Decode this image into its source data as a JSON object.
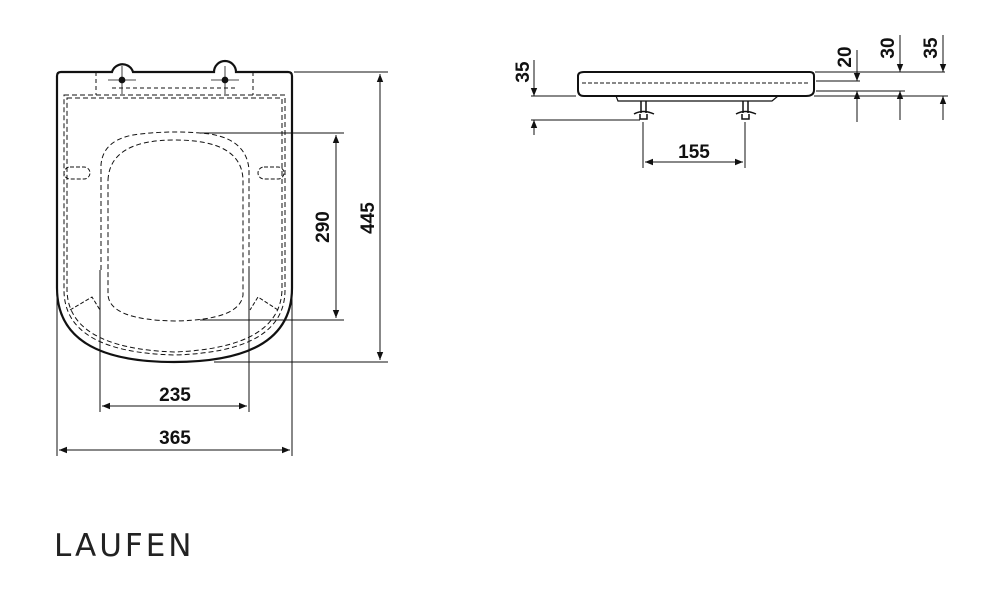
{
  "top_view": {
    "dimensions": {
      "overall_length": "445",
      "opening_length": "290",
      "opening_width": "235",
      "overall_width": "365"
    }
  },
  "side_view": {
    "dimensions": {
      "hinge_drop": "35",
      "hinge_spacing": "155",
      "lid_thickness": "20",
      "closed_height": "30",
      "total_height": "35"
    }
  },
  "brand": {
    "logo_text": "LAUFEN"
  }
}
